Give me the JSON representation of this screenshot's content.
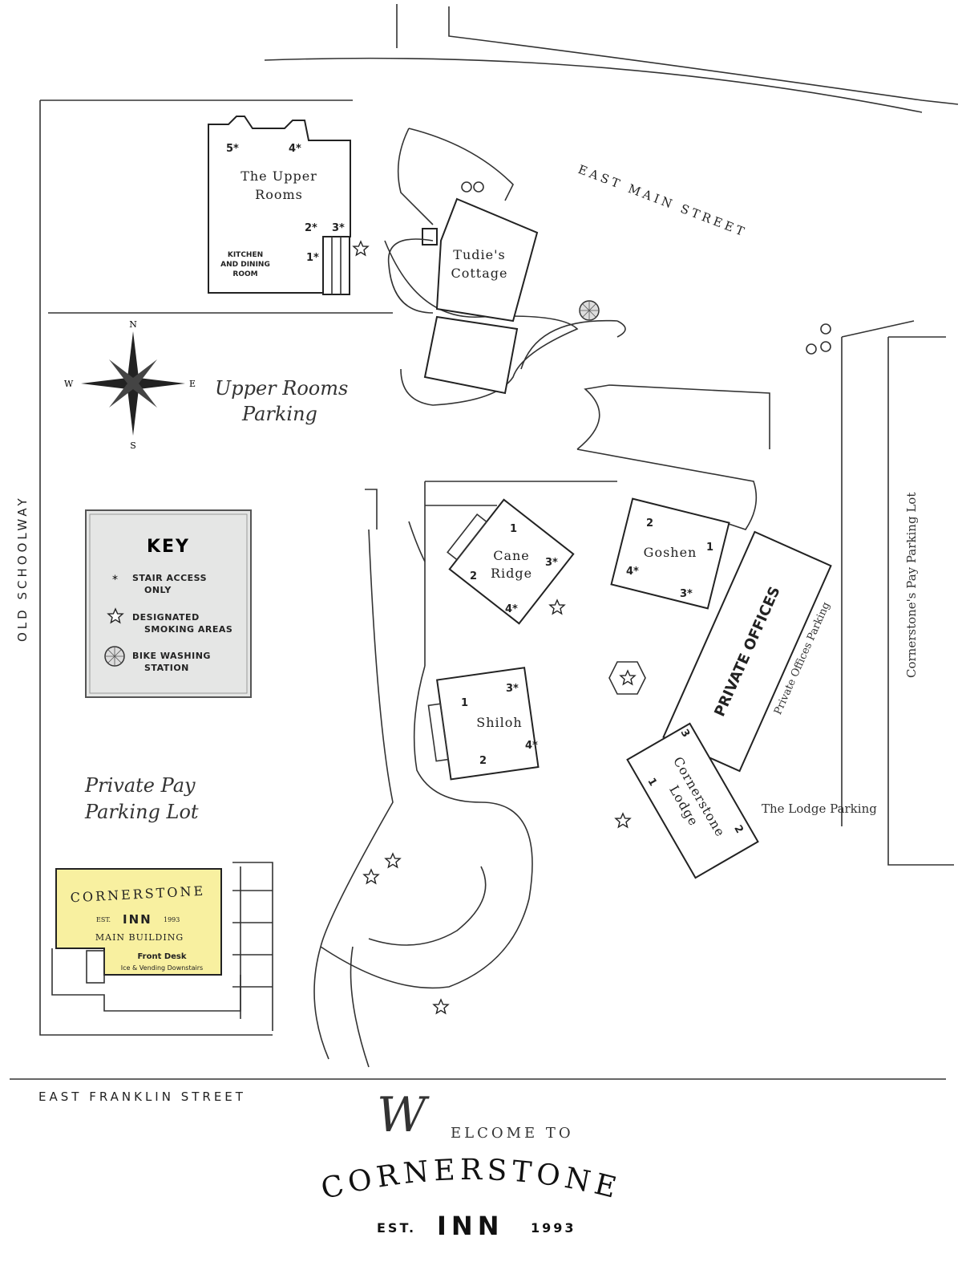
{
  "streets": {
    "east_main": "EAST MAIN STREET",
    "old_schoolway": "OLD SCHOOLWAY",
    "east_franklin": "EAST FRANKLIN STREET"
  },
  "buildings": {
    "upper_rooms": {
      "line1": "The Upper",
      "line2": "Rooms",
      "kitchen1": "KITCHEN",
      "kitchen2": "AND DINING",
      "kitchen3": "ROOM",
      "rooms": [
        "5*",
        "4*",
        "2*",
        "3*",
        "1*"
      ]
    },
    "tudies": {
      "line1": "Tudie's",
      "line2": "Cottage"
    },
    "cane_ridge": {
      "line1": "Cane",
      "line2": "Ridge",
      "rooms": [
        "1",
        "2",
        "3*",
        "4*"
      ]
    },
    "goshen": {
      "name": "Goshen",
      "rooms": [
        "2",
        "1",
        "4*",
        "3*"
      ]
    },
    "shiloh": {
      "name": "Shiloh",
      "rooms": [
        "1",
        "3*",
        "4*",
        "2"
      ]
    },
    "private_offices": {
      "name": "PRIVATE OFFICES"
    },
    "lodge": {
      "line1": "Cornerstone",
      "line2": "Lodge",
      "rooms": [
        "3",
        "1",
        "2"
      ]
    },
    "main": {
      "brand": "CORNERSTONE",
      "est": "EST.",
      "inn": "INN",
      "year": "1993",
      "sub": "MAIN BUILDING",
      "desk": "Front Desk",
      "note": "Ice & Vending Downstairs"
    }
  },
  "parking": {
    "upper_rooms": [
      "Upper Rooms",
      "Parking"
    ],
    "private_pay": [
      "Private Pay",
      "Parking Lot"
    ],
    "offices": "Private Offices Parking",
    "lodge": "The Lodge Parking",
    "pay_lot": "Cornerstone's Pay Parking Lot"
  },
  "compass": {
    "n": "N",
    "s": "S",
    "e": "E",
    "w": "W"
  },
  "key": {
    "title": "KEY",
    "items": [
      {
        "symbol": "asterisk",
        "line1": "STAIR ACCESS",
        "line2": "ONLY"
      },
      {
        "symbol": "star",
        "line1": "DESIGNATED",
        "line2": "SMOKING AREAS"
      },
      {
        "symbol": "wheel",
        "line1": "BIKE WASHING",
        "line2": "STATION"
      }
    ]
  },
  "footer": {
    "welcome_initial": "W",
    "welcome": "ELCOME TO",
    "brand": "CORNERSTONE",
    "est": "EST.",
    "inn": "INN",
    "year": "1993"
  },
  "colors": {
    "main_building": "#f8f0a0",
    "key_bg": "#e5e6e5"
  }
}
